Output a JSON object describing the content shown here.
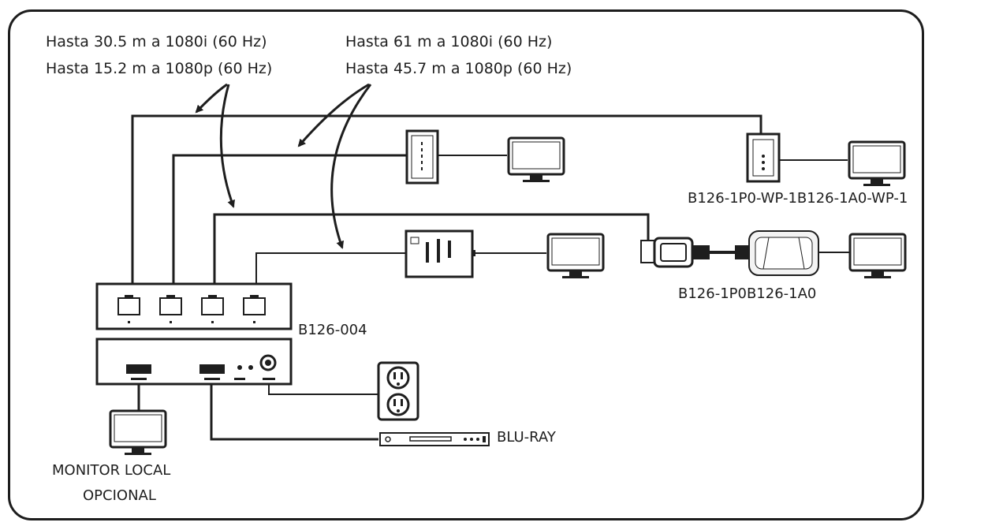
{
  "ranges": {
    "short_1080i": "Hasta 30.5 m a 1080i (60 Hz)",
    "short_1080p": "Hasta 15.2 m a 1080p (60 Hz)",
    "long_1080i": "Hasta 61 m a 1080i (60 Hz)",
    "long_1080p": "Hasta 45.7 m a 1080p (60 Hz)"
  },
  "devices": {
    "wallplate_models": "B126-1P0-WP-1B126-1A0-WP-1",
    "extender_models": "B126-1P0B126-1A0",
    "splitter_model": "B126-004",
    "bluray_label": "BLU-RAY",
    "local_monitor_line1": "MONITOR LOCAL",
    "local_monitor_line2": "OPCIONAL"
  },
  "colors": {
    "line": "#1e1e1e",
    "background": "#ffffff"
  },
  "icons": [
    "monitor-icon",
    "wallplate-icon",
    "extender-receiver-icon",
    "power-outlet-icon",
    "bluray-player-icon",
    "splitter-icon"
  ]
}
